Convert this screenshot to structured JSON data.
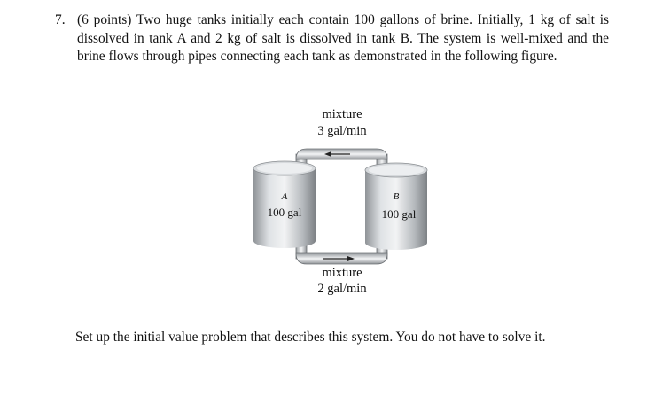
{
  "problem": {
    "number": "7.",
    "text": "(6 points) Two huge tanks initially each contain 100 gallons of brine. Initially, 1 kg of salt is dissolved in tank A and 2 kg of salt is dissolved in tank B. The system is well-mixed and the brine flows through pipes connecting each tank as demonstrated in the following figure."
  },
  "figure": {
    "top_flow": {
      "label": "mixture",
      "rate": "3 gal/min"
    },
    "bottom_flow": {
      "label": "mixture",
      "rate": "2 gal/min"
    },
    "tank_a": {
      "letter": "A",
      "volume": "100 gal"
    },
    "tank_b": {
      "letter": "B",
      "volume": "100 gal"
    }
  },
  "instruction": "Set up the initial value problem that describes this system. You do not have to solve it."
}
